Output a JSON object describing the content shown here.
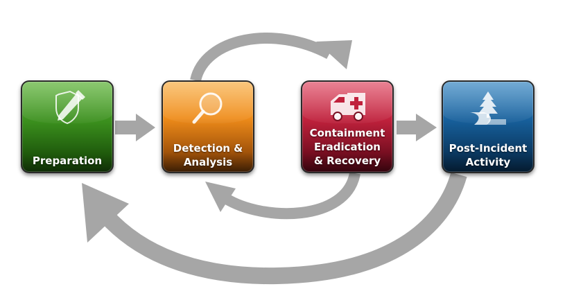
{
  "diagram": {
    "phases": [
      {
        "label_lines": [
          "Preparation"
        ],
        "icon": "shield-pen-icon",
        "color": "#3a8e1d"
      },
      {
        "label_lines": [
          "Detection &",
          "Analysis"
        ],
        "icon": "magnifier-icon",
        "color": "#ef8c1a"
      },
      {
        "label_lines": [
          "Containment",
          "Eradication",
          "& Recovery"
        ],
        "icon": "ambulance-icon",
        "color": "#c0213c"
      },
      {
        "label_lines": [
          "Post-Incident",
          "Activity"
        ],
        "icon": "tree-road-icon",
        "color": "#17609c"
      }
    ],
    "arrow_color": "#a6a6a6"
  }
}
